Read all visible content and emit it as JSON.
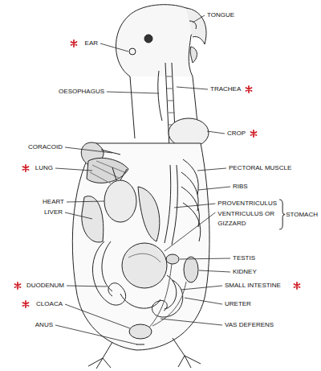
{
  "diagram": {
    "labels": [
      "TONGUE",
      "EAR",
      "TRACHEA",
      "OESOPHAGUS",
      "CROP",
      "CORACOID",
      "LUNG",
      "PECTORAL MUSCLE",
      "RIBS",
      "HEART",
      "PROVENTRICULUS",
      "STOMACH",
      "LIVER",
      "VENTRICULUS OR GIZZARD",
      "TESTIS",
      "KIDNEY",
      "DUODENUM",
      "SMALL INTESTINE",
      "CLOACA",
      "URETER",
      "ANUS",
      "VAS DEFERENS"
    ]
  }
}
